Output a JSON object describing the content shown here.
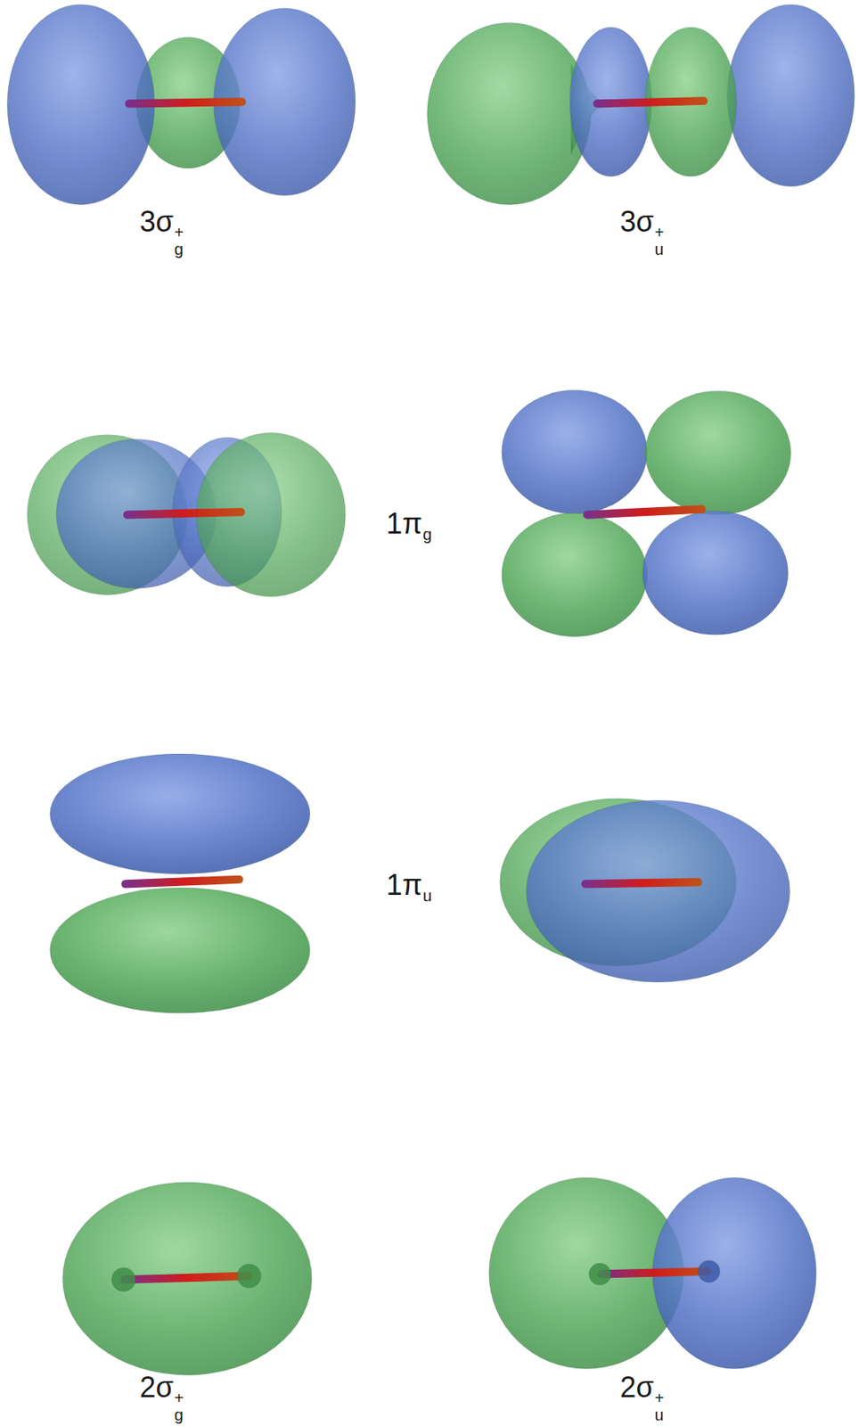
{
  "diagram": {
    "labels": [
      "3σg+",
      "3σu+",
      "1πg",
      "1πu",
      "2σg+",
      "2σu+"
    ]
  }
}
